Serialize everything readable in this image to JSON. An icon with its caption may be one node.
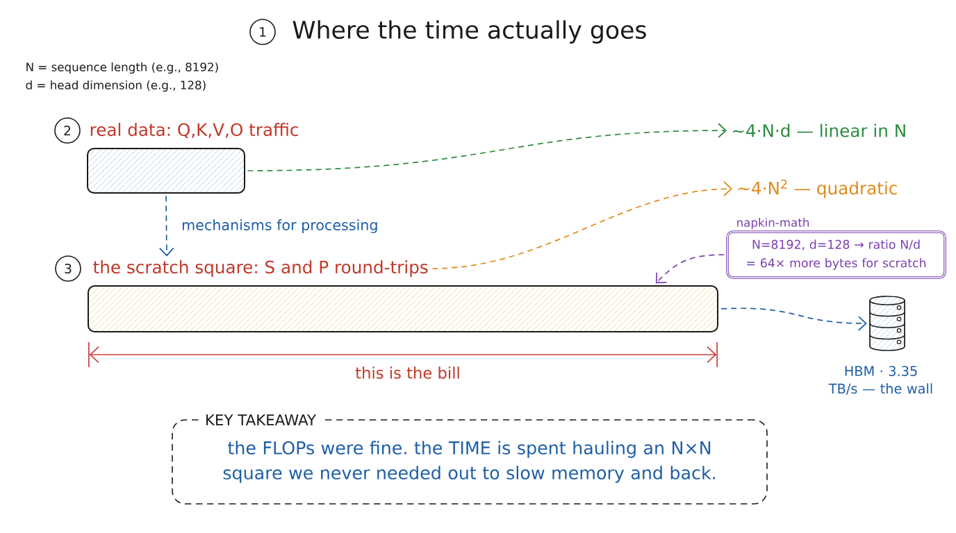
{
  "diagram": {
    "title": "Where the time actually goes",
    "nodes": [
      {
        "text": [
          "1"
        ]
      },
      {
        "text": [
          "2"
        ]
      },
      {
        "text": [
          "real data: Q,K,V,O traffic"
        ]
      },
      {
        "text": [
          "~4·N·d — linear in N"
        ]
      },
      {
        "text": [
          "~4·N$^{2}$ — quadratic"
        ]
      },
      {
        "text": [
          "napkin-math",
          "N=8192, d=128 → ratio N/d = 64× more bytes for scratch"
        ]
      },
      {
        "text": [
          "3"
        ]
      },
      {
        "text": [
          "the scratch square: S and P round-trips"
        ]
      },
      {
        "text": [],
        "shape": "cylinder",
        "beside": [
          "HBM · 3.35 TB/s — the wall"
        ]
      },
      {
        "text": [
          "KEY TAKEAWAY",
          "the FLOPs were fine. the TIME is spent hauling an N×N square we never needed out to slow memory and back."
        ]
      }
    ],
    "edges": [
      {
        "from": 2,
        "to": 3,
        "arrow": "to",
        "style": "dashed",
        "color": "#2e8b3e"
      },
      {
        "from": 2,
        "to": 7,
        "arrow": "to",
        "style": "dashed",
        "color": "#1f5fa6",
        "label": "mechanisms for processing"
      },
      {
        "from": 7,
        "to": 4,
        "arrow": "to",
        "style": "dashed",
        "color": "#e08a1e"
      },
      {
        "from": 5,
        "to": 7,
        "arrow": "to",
        "style": "dashed",
        "color": "#7b3fb0"
      },
      {
        "from": 7,
        "to": 8,
        "arrow": "to",
        "style": "dashed",
        "color": "#1f5fa6"
      }
    ],
    "labels": [
      "N = sequence length (e.g., 8192)",
      "d = head dimension (e.g., 128)",
      "this is the bill"
    ]
  }
}
